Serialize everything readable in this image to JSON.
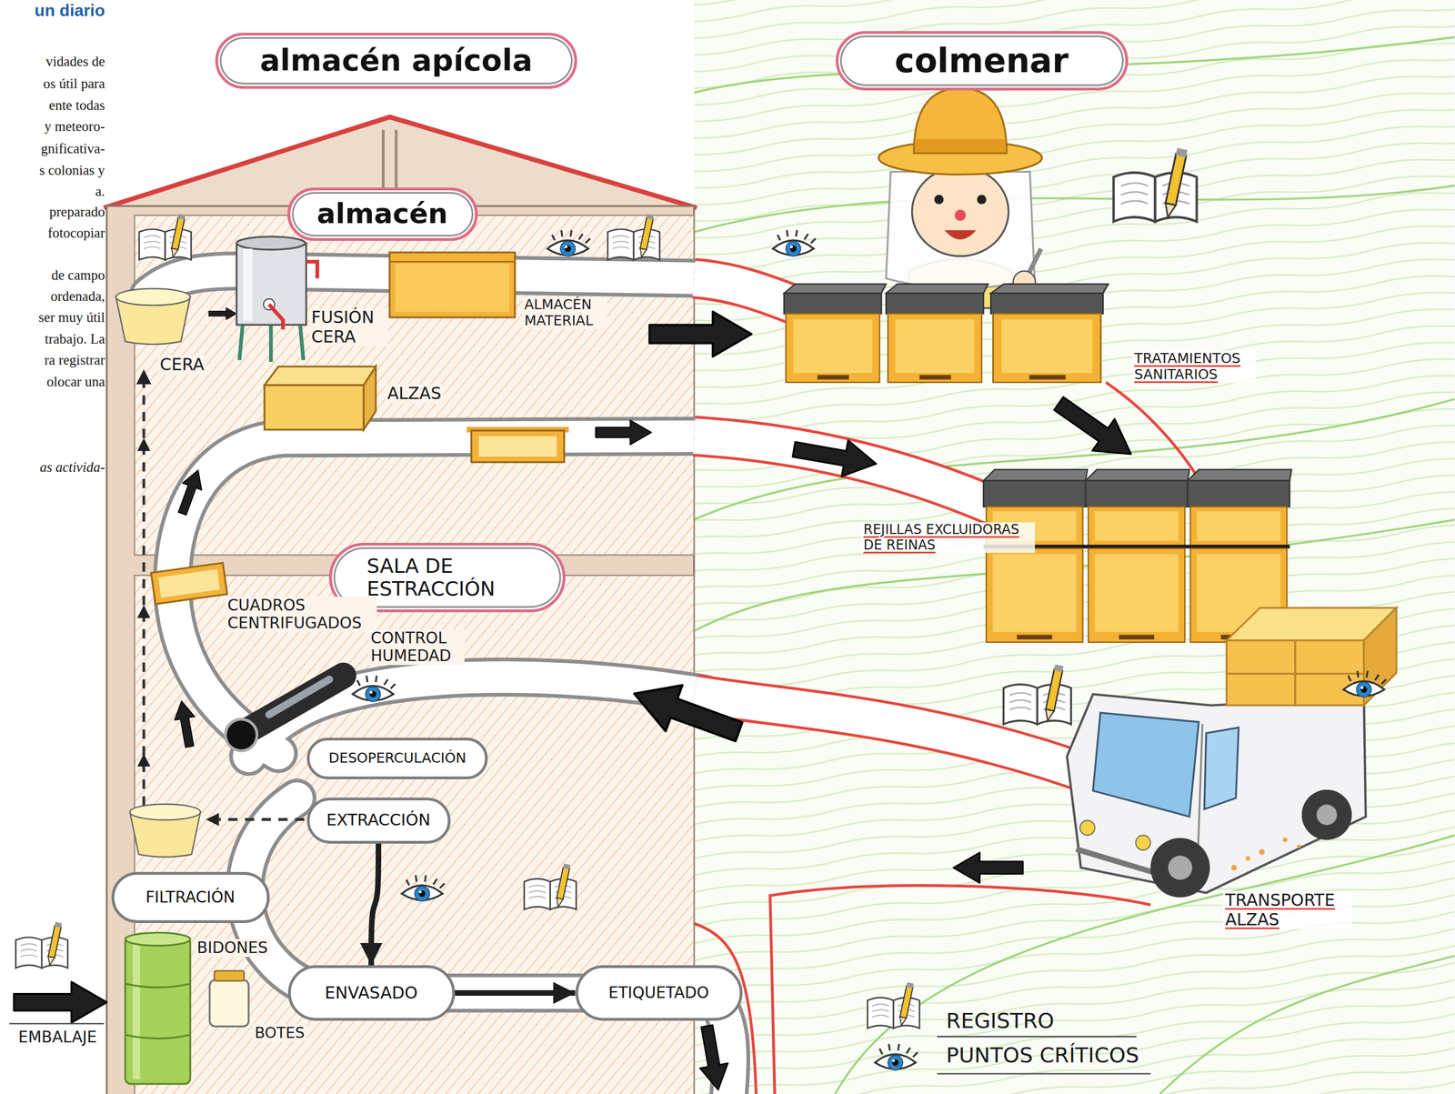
{
  "diagram": {
    "nodes": [
      {
        "text": [
          "almacén apícola"
        ]
      },
      {
        "text": [
          "colmenar"
        ]
      },
      {
        "text": [
          "almacén"
        ]
      },
      {
        "text": [
          "SALA DE ESTRACCIÓN"
        ]
      },
      {
        "text": [
          "DESOPERCULACIÓN"
        ]
      },
      {
        "text": [
          "EXTRACCIÓN"
        ]
      },
      {
        "text": [
          "FILTRACIÓN"
        ]
      },
      {
        "text": [
          "ENVASADO"
        ]
      },
      {
        "text": [
          "ETIQUETADO"
        ]
      }
    ],
    "edges": [
      {
        "from": 5,
        "to": 7,
        "arrow": "to"
      },
      {
        "from": 7,
        "to": 8,
        "arrow": "to"
      }
    ],
    "labels": [
      "un diario",
      "vidades de",
      "os útil para",
      "ente todas",
      "y meteoro-",
      "gnificativa-",
      "s colonias y",
      "a.",
      "preparado",
      "fotocopiar",
      "de campo",
      "ordenada,",
      "ser muy útil",
      "trabajo. La",
      "ra registrar",
      "olocar una",
      "as activida-",
      "FUSIÓN CERA",
      "ALMACÉN MATERIAL",
      "CERA",
      "ALZAS",
      "TRATAMIENTOS SANITARIOS",
      "REJILLAS EXCLUIDORAS DE REINAS",
      "CUADROS CENTRIFUGADOS",
      "CONTROL HUMEDAD",
      "BIDONES",
      "BOTES",
      "EMBALAJE",
      "TRANSPORTE ALZAS"
    ],
    "legend": [
      {
        "text": "REGISTRO"
      },
      {
        "text": "PUNTOS CRÍTICOS"
      }
    ]
  }
}
